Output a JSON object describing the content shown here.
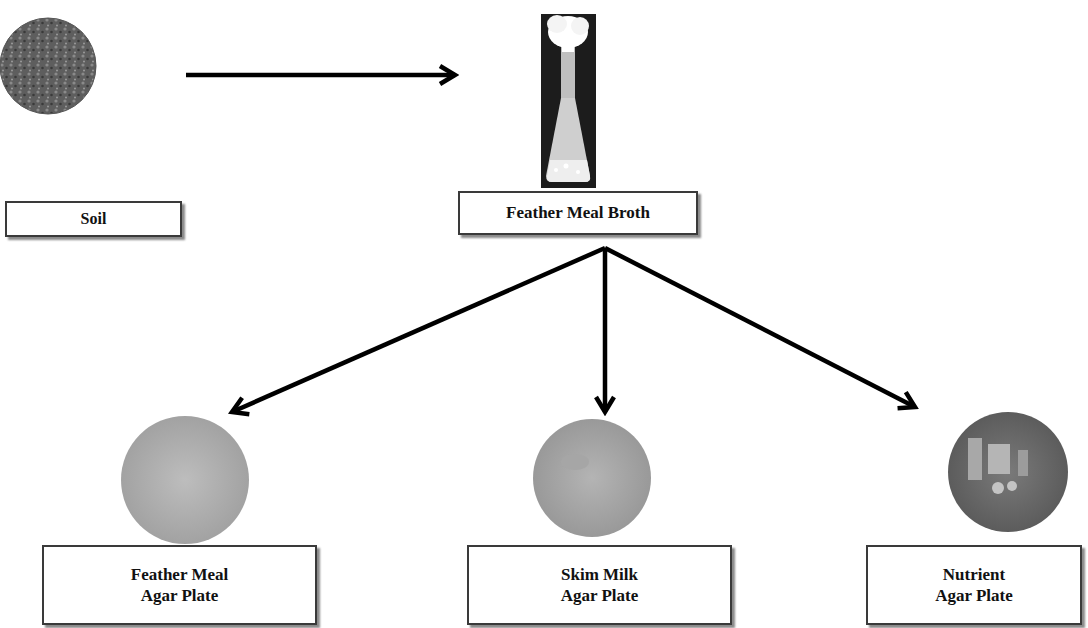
{
  "diagram": {
    "nodes": [
      {
        "text": [
          "Soil"
        ]
      },
      {
        "text": [
          "Feather Meal Broth"
        ]
      },
      {
        "text": [
          "Feather Meal Agar Plate"
        ]
      },
      {
        "text": [
          "Skim Milk Agar Plate"
        ]
      },
      {
        "text": [
          "Nutrient Agar Plate"
        ]
      }
    ],
    "edges": [
      {
        "from": 0,
        "to": 1,
        "arrow": "to"
      },
      {
        "from": 1,
        "to": 2,
        "arrow": "to"
      },
      {
        "from": 1,
        "to": 3,
        "arrow": "to"
      },
      {
        "from": 1,
        "to": 4,
        "arrow": "to"
      }
    ]
  }
}
